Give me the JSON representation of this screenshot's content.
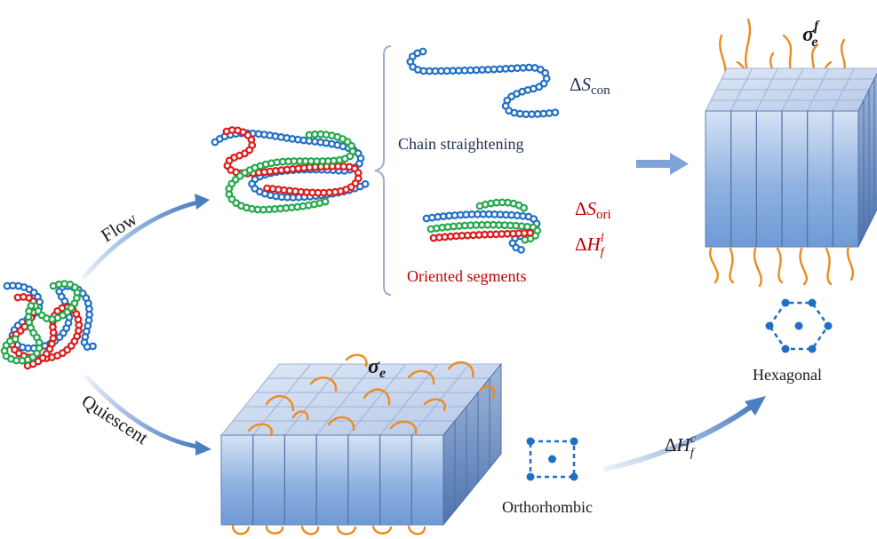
{
  "labels": {
    "flow": "Flow",
    "quiescent": "Quiescent",
    "chain_straightening": "Chain straightening",
    "oriented_segments": "Oriented segments",
    "orthorhombic": "Orthorhombic",
    "hexagonal": "Hexagonal"
  },
  "symbols": {
    "delta_s_con": {
      "delta": "Δ",
      "main": "S",
      "sub": "con"
    },
    "delta_s_ori": {
      "delta": "Δ",
      "main": "S",
      "sub": "ori"
    },
    "delta_h_f_l": {
      "delta": "Δ",
      "main": "H",
      "sup": "l",
      "sub": "f"
    },
    "delta_h_f_c": {
      "delta": "Δ",
      "main": "H",
      "sup": "c",
      "sub": "f"
    },
    "sigma_e": {
      "main": "σ",
      "sub": "e"
    },
    "sigma_e_f": {
      "main": "σ",
      "sup": "f",
      "sub": "e"
    }
  },
  "colors": {
    "chain_blue": "#1f6fc4",
    "chain_red": "#e01818",
    "chain_green": "#22a84a",
    "crystal_face": "#7fa6dc",
    "crystal_top": "#c5d6ef",
    "crystal_side": "#5b7fb6",
    "loop_orange": "#ee8a1f",
    "arrow": "#6f98cf",
    "label_dark": "#1f2f4f",
    "label_red": "#c00000"
  }
}
